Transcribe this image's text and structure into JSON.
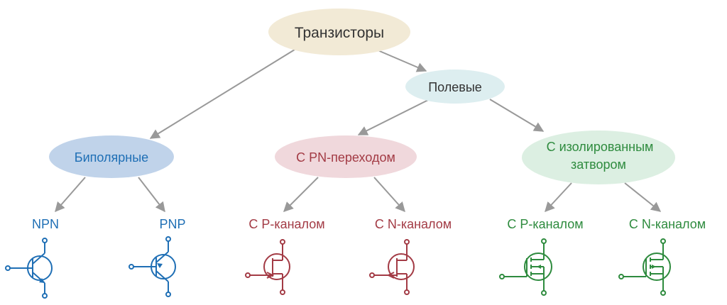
{
  "nodes": {
    "root": "Транзисторы",
    "field": "Полевые",
    "bipolar": "Биполярные",
    "pn_junction": "С PN-переходом",
    "insulated_line1": "С  изолированным",
    "insulated_line2": "затвором"
  },
  "leaves": {
    "npn": "NPN",
    "pnp": "PNP",
    "jfet_p": "С  Р-каналом",
    "jfet_n": "С  N-каналом",
    "mosfet_p": "С Р-каналом",
    "mosfet_n": "С N-каналом"
  },
  "colors": {
    "root_fill": "#f2ead6",
    "field_fill": "#ddeef0",
    "bipolar_fill": "#c0d3ea",
    "pn_fill": "#f0d8dc",
    "insulated_fill": "#dcefe2",
    "bipolar_color": "#1f6fb5",
    "pn_color": "#a33b45",
    "insulated_color": "#2e8b3e",
    "node_text": "#333333",
    "arrow": "#999999"
  }
}
